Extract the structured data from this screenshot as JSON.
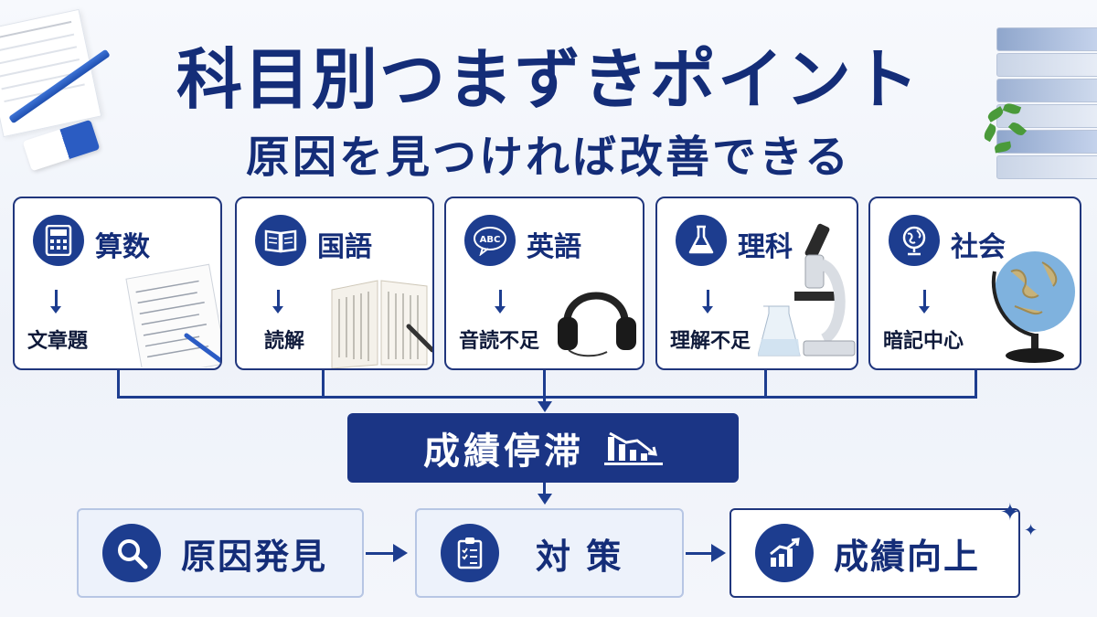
{
  "title": "科目別つまずきポイント",
  "subtitle": "原因を見つければ改善できる",
  "subjects": [
    {
      "name": "算数",
      "cause": "文章題",
      "icon": "calculator-icon"
    },
    {
      "name": "国語",
      "cause": "読解",
      "icon": "open-book-icon"
    },
    {
      "name": "英語",
      "cause": "音読不足",
      "icon": "abc-bubble-icon"
    },
    {
      "name": "理科",
      "cause": "理解不足",
      "icon": "flask-icon"
    },
    {
      "name": "社会",
      "cause": "暗記中心",
      "icon": "globe-icon"
    }
  ],
  "stagnation": {
    "label": "成績停滞",
    "icon": "declining-chart-icon"
  },
  "steps": [
    {
      "label": "原因発見",
      "icon": "search-icon"
    },
    {
      "label": "対 策",
      "icon": "clipboard-checklist-icon"
    },
    {
      "label": "成績向上",
      "icon": "rising-chart-icon"
    }
  ],
  "colors": {
    "navy": "#1b3585",
    "card_border": "#20367d",
    "step_bg": "#edf2fb"
  }
}
